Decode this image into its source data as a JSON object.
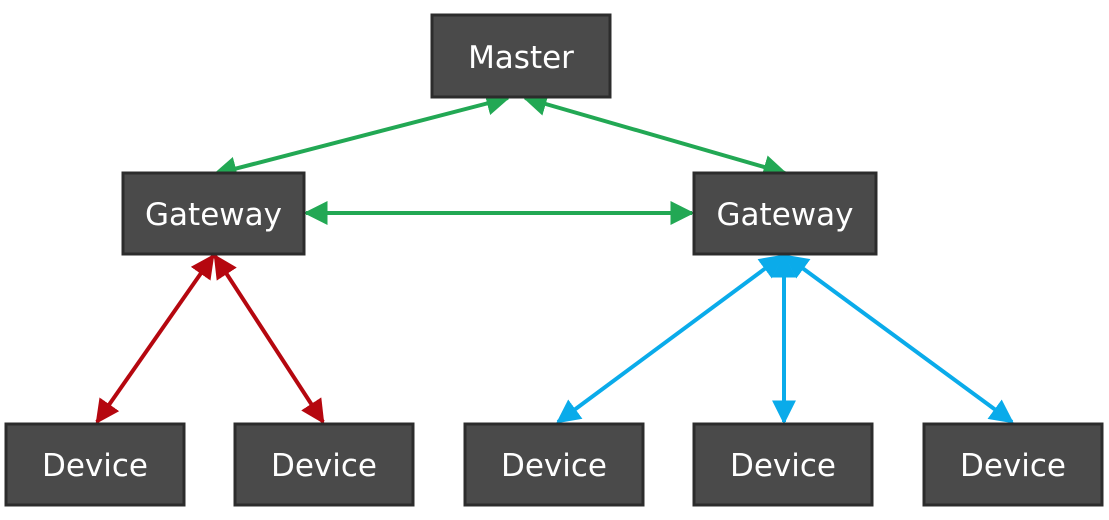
{
  "diagram": {
    "colors": {
      "node_fill": "#4a4a4a",
      "node_border": "#2c2c2c",
      "node_text": "#ffffff",
      "master_link": "#22a854",
      "gateway_left_link": "#b5070f",
      "gateway_right_link": "#0aabea"
    },
    "nodes": {
      "master": {
        "label": "Master"
      },
      "gateway_left": {
        "label": "Gateway"
      },
      "gateway_right": {
        "label": "Gateway"
      },
      "device_1": {
        "label": "Device"
      },
      "device_2": {
        "label": "Device"
      },
      "device_3": {
        "label": "Device"
      },
      "device_4": {
        "label": "Device"
      },
      "device_5": {
        "label": "Device"
      }
    },
    "edges": [
      {
        "from": "master",
        "to": "gateway_left",
        "color": "master_link",
        "direction": "both"
      },
      {
        "from": "master",
        "to": "gateway_right",
        "color": "master_link",
        "direction": "both"
      },
      {
        "from": "gateway_left",
        "to": "gateway_right",
        "color": "master_link",
        "direction": "both"
      },
      {
        "from": "gateway_left",
        "to": "device_1",
        "color": "gateway_left_link",
        "direction": "both"
      },
      {
        "from": "gateway_left",
        "to": "device_2",
        "color": "gateway_left_link",
        "direction": "both"
      },
      {
        "from": "gateway_right",
        "to": "device_3",
        "color": "gateway_right_link",
        "direction": "both"
      },
      {
        "from": "gateway_right",
        "to": "device_4",
        "color": "gateway_right_link",
        "direction": "both"
      },
      {
        "from": "gateway_right",
        "to": "device_5",
        "color": "gateway_right_link",
        "direction": "both"
      }
    ]
  }
}
